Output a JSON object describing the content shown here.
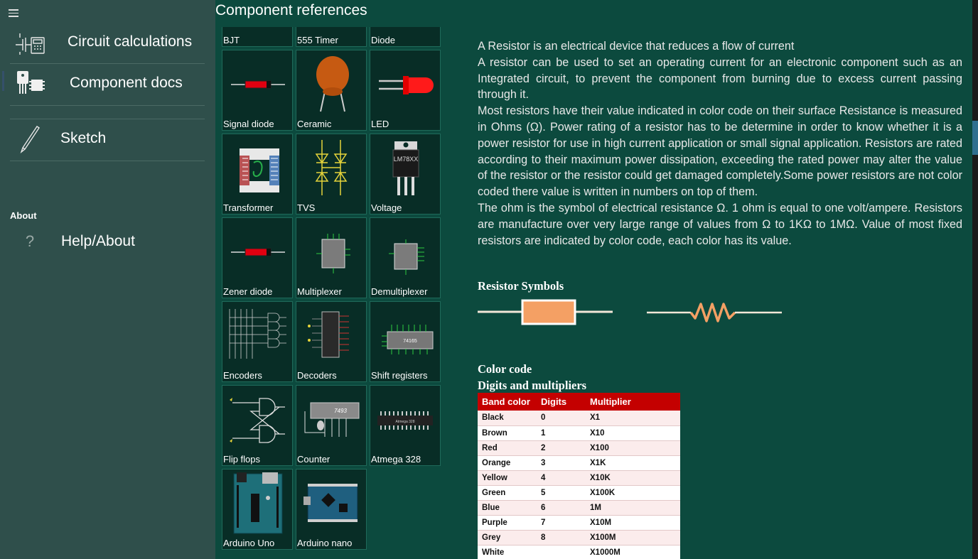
{
  "sidebar": {
    "nav": [
      {
        "label": "Circuit calculations",
        "icon": "circuit-calculator-icon"
      },
      {
        "label": "Component docs",
        "icon": "component-chip-icon"
      },
      {
        "label": "Sketch",
        "icon": "pencil-icon"
      }
    ],
    "about_header": "About",
    "help": {
      "label": "Help/About",
      "icon": "question-icon"
    }
  },
  "main": {
    "title": "Component references",
    "tiles": [
      {
        "label": "BJT"
      },
      {
        "label": "555 Timer"
      },
      {
        "label": "Diode"
      },
      {
        "label": "Signal diode"
      },
      {
        "label": "Ceramic"
      },
      {
        "label": "LED"
      },
      {
        "label": "Transformer"
      },
      {
        "label": "TVS"
      },
      {
        "label": "Voltage",
        "chip_text": "LM78XX"
      },
      {
        "label": "Zener diode"
      },
      {
        "label": "Multiplexer"
      },
      {
        "label": "Demultiplexer"
      },
      {
        "label": "Encoders"
      },
      {
        "label": "Decoders"
      },
      {
        "label": "Shift registers",
        "chip_text": "74165"
      },
      {
        "label": "Flip flops"
      },
      {
        "label": "Counter",
        "chip_text": "7493"
      },
      {
        "label": "Atmega 328",
        "chip_text": "Atmega 328"
      },
      {
        "label": "Arduino Uno"
      },
      {
        "label": "Arduino nano"
      }
    ],
    "article": [
      "A Resistor is an electrical device that reduces a flow of current",
      "A resistor can be used to set an operating current for an electronic component such as an Integrated circuit, to prevent the component from burning due to excess current passing through it.",
      "Most resistors have their value indicated in color code on their surface Resistance is measured in Ohms (Ω). Power rating of a resistor has to be determine in order to know whether it is a power resistor for use in high current application or small signal application. Resistors are rated according to their maximum power dissipation, exceeding the rated power may alter the value of the resistor or the resistor could get damaged completely.Some power resistors are not color coded there value is written in numbers on top of them.",
      "The ohm is the symbol of electrical resistance Ω. 1 ohm is equal to one volt/ampere. Resistors are manufacture over very large range of values from Ω to 1KΩ to 1MΩ. Value of most fixed resistors are indicated by color code, each color has its value."
    ],
    "symbols_title": "Resistor Symbols",
    "color_title": "Color code",
    "digits_title": "Digits and multipliers",
    "table": {
      "headers": [
        "Band color",
        "Digits",
        "Multiplier"
      ],
      "rows": [
        [
          "Black",
          "0",
          "X1"
        ],
        [
          "Brown",
          "1",
          "X10"
        ],
        [
          "Red",
          "2",
          "X100"
        ],
        [
          "Orange",
          "3",
          "X1K"
        ],
        [
          "Yellow",
          "4",
          "X10K"
        ],
        [
          "Green",
          "5",
          "X100K"
        ],
        [
          "Blue",
          "6",
          "1M"
        ],
        [
          "Purple",
          "7",
          "X10M"
        ],
        [
          "Grey",
          "8",
          "X100M"
        ],
        [
          "White",
          "",
          "X1000M"
        ]
      ]
    },
    "colors": {
      "background": "#0c4a3e",
      "sidebar": "#2f4f4b",
      "tile": "#082d26",
      "table_header": "#c40000",
      "resistor_body": "#f4a064"
    }
  }
}
